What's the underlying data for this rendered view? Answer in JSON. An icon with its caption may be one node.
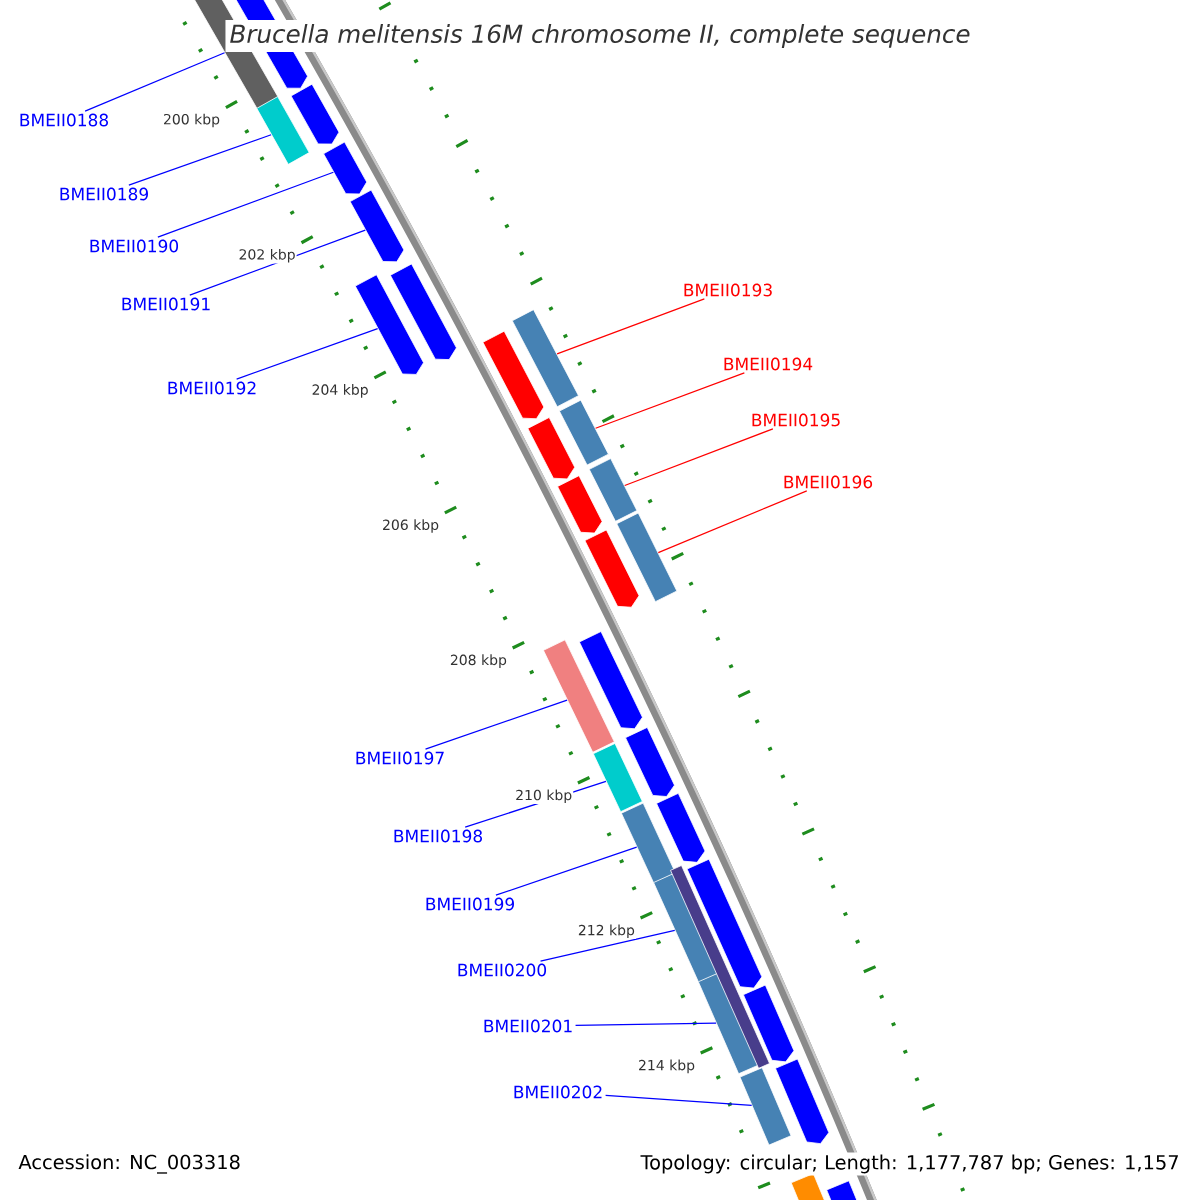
{
  "diagram": {
    "title": "Brucella melitensis 16M chromosome II, complete sequence",
    "nodes": [
      {
        "text": [
          "BMEII0188"
        ]
      },
      {
        "text": [
          "BMEII0189"
        ]
      },
      {
        "text": [
          "BMEII0190"
        ]
      },
      {
        "text": [
          "BMEII0191"
        ]
      },
      {
        "text": [
          "BMEII0192"
        ]
      },
      {
        "text": [
          "BMEII0193"
        ]
      },
      {
        "text": [
          "BMEII0194"
        ]
      },
      {
        "text": [
          "BMEII0195"
        ]
      },
      {
        "text": [
          "BMEII0196"
        ]
      },
      {
        "text": [
          "BMEII0197"
        ]
      },
      {
        "text": [
          "BMEII0198"
        ]
      },
      {
        "text": [
          "BMEII0199"
        ]
      },
      {
        "text": [
          "BMEII0200"
        ]
      },
      {
        "text": [
          "BMEII0201"
        ]
      },
      {
        "text": [
          "BMEII0202"
        ]
      },
      {
        "text": [],
        "shape": "bar"
      },
      {
        "text": [],
        "shape": "bar"
      },
      {
        "text": [],
        "shape": "pentagon"
      },
      {
        "text": [],
        "shape": "pentagon"
      },
      {
        "text": [],
        "shape": "pentagon"
      },
      {
        "text": [],
        "shape": "bar"
      },
      {
        "text": [],
        "shape": "bar"
      },
      {
        "text": [],
        "shape": "bar"
      },
      {
        "text": [],
        "shape": "bar"
      },
      {
        "text": [],
        "shape": "bar"
      },
      {
        "text": [],
        "shape": "bar"
      },
      {
        "text": [],
        "shape": "bar"
      },
      {
        "text": [],
        "shape": "bar"
      },
      {
        "text": [],
        "shape": "bar"
      },
      {
        "text": [],
        "shape": "bar"
      },
      {
        "text": [],
        "shape": "pentagon"
      },
      {
        "text": [],
        "shape": "pentagon"
      },
      {
        "text": [],
        "shape": "pentagon"
      },
      {
        "text": [],
        "shape": "pentagon"
      },
      {
        "text": [],
        "shape": "pentagon"
      },
      {
        "text": [],
        "shape": "pentagon"
      },
      {
        "text": [],
        "shape": "pentagon"
      },
      {
        "text": [],
        "shape": "pentagon"
      },
      {
        "text": [],
        "shape": "pentagon"
      },
      {
        "text": [],
        "shape": "pentagon"
      },
      {
        "text": [],
        "shape": "pentagon"
      },
      {
        "text": [],
        "shape": "pentagon"
      },
      {
        "text": [],
        "shape": "pentagon"
      },
      {
        "text": [],
        "shape": "pentagon"
      },
      {
        "text": [],
        "shape": "bar"
      },
      {
        "text": [],
        "shape": "bar"
      }
    ],
    "edges": [
      {
        "from": 0,
        "to": 15,
        "arrow": "none"
      },
      {
        "from": 1,
        "to": 16,
        "arrow": "none"
      },
      {
        "from": 2,
        "to": 17,
        "arrow": "none"
      },
      {
        "from": 3,
        "to": 18,
        "arrow": "none"
      },
      {
        "from": 4,
        "to": 19,
        "arrow": "none"
      },
      {
        "from": 5,
        "to": 20,
        "arrow": "none",
        "color": "#ff0000"
      },
      {
        "from": 6,
        "to": 21,
        "arrow": "none",
        "color": "#ff0000"
      },
      {
        "from": 7,
        "to": 22,
        "arrow": "none",
        "color": "#ff0000"
      },
      {
        "from": 8,
        "to": 23,
        "arrow": "none",
        "color": "#ff0000"
      },
      {
        "from": 9,
        "to": 24,
        "arrow": "none"
      },
      {
        "from": 10,
        "to": 25,
        "arrow": "none"
      },
      {
        "from": 11,
        "to": 26,
        "arrow": "none"
      },
      {
        "from": 12,
        "to": 27,
        "arrow": "none"
      },
      {
        "from": 13,
        "to": 28,
        "arrow": "none"
      },
      {
        "from": 14,
        "to": 29,
        "arrow": "none"
      }
    ],
    "labels": [
      "200 kbp",
      "202 kbp",
      "204 kbp",
      "206 kbp",
      "208 kbp",
      "210 kbp",
      "212 kbp",
      "214 kbp",
      "Accession: NC_003318",
      "Topology: circular; Length: 1,177,787 bp; Genes: 1,157"
    ]
  }
}
